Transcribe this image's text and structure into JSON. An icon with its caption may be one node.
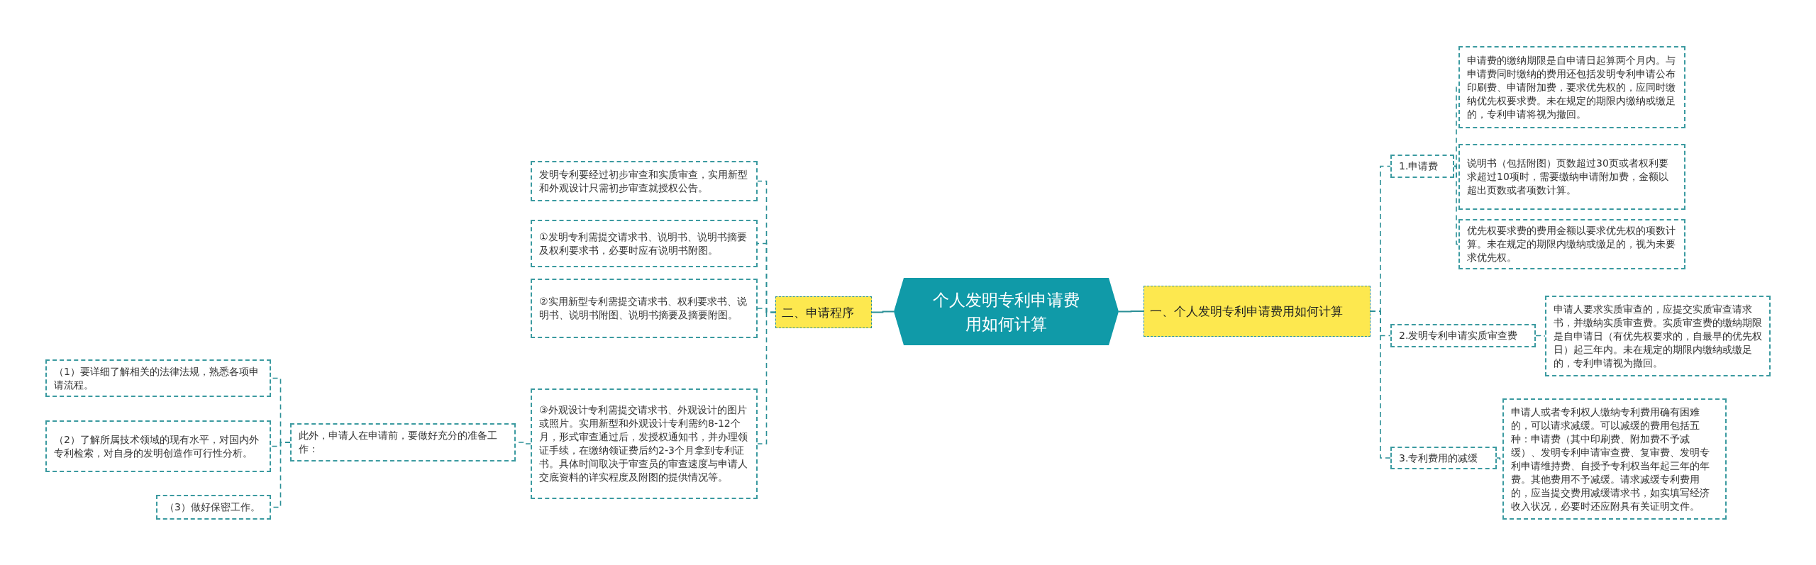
{
  "diagram": {
    "nodes": [
      {
        "text": [
          "个人发明专利申请费用如何计算"
        ]
      },
      {
        "text": [
          "二、申请程序"
        ]
      },
      {
        "text": [
          "发明专利要经过初步审查和实质审查，实用新型和外观设计只需初步审查就授权公告。"
        ]
      },
      {
        "text": [
          "①发明专利需提交请求书、说明书、说明书摘要及权利要求书，必要时应有说明书附图。"
        ]
      },
      {
        "text": [
          "②实用新型专利需提交请求书、权利要求书、说明书、说明书附图、说明书摘要及摘要附图。"
        ]
      },
      {
        "text": [
          "③外观设计专利需提交请求书、外观设计的图片或照片。实用新型和外观设计专利需约8-12个月，形式审查通过后，发授权通知书，并办理领证手续，在缴纳领证费后约2-3个月拿到专利证书。具体时间取决于审查员的审查速度与申请人交底资料的详实程度及附图的提供情况等。"
        ]
      },
      {
        "text": [
          "此外，申请人在申请前，要做好充分的准备工作："
        ]
      },
      {
        "text": [
          "（1）要详细了解相关的法律法规，熟悉各项申请流程。"
        ]
      },
      {
        "text": [
          "（2）了解所属技术领域的现有水平，对国内外专利检索，对自身的发明创造作可行性分析。"
        ]
      },
      {
        "text": [
          "（3）做好保密工作。"
        ]
      },
      {
        "text": [
          "一、个人发明专利申请费用如何计算"
        ]
      },
      {
        "text": [
          "1.申请费"
        ]
      },
      {
        "text": [
          "申请费的缴纳期限是自申请日起算两个月内。与申请费同时缴纳的费用还包括发明专利申请公布印刷费、申请附加费，要求优先权的，应同时缴纳优先权要求费。未在规定的期限内缴纳或缴足的，专利申请将视为撤回。"
        ]
      },
      {
        "text": [
          "说明书（包括附图）页数超过30页或者权利要求超过10项时，需要缴纳申请附加费，金额以超出页数或者项数计算。"
        ]
      },
      {
        "text": [
          "优先权要求费的费用金额以要求优先权的项数计算。未在规定的期限内缴纳或缴足的，视为未要求优先权。"
        ]
      },
      {
        "text": [
          "2.发明专利申请实质审查费"
        ]
      },
      {
        "text": [
          "申请人要求实质审查的，应提交实质审查请求书，并缴纳实质审查费。实质审查费的缴纳期限是自申请日（有优先权要求的，自最早的优先权日）起三年内。未在规定的期限内缴纳或缴足的，专利申请视为撤回。"
        ]
      },
      {
        "text": [
          "3.专利费用的减缓"
        ]
      },
      {
        "text": [
          "申请人或者专利权人缴纳专利费用确有困难的，可以请求减缓。可以减缓的费用包括五种：申请费（其中印刷费、附加费不予减缓）、发明专利申请审查费、复审费、发明专利申请维持费、自授予专利权当年起三年的年费。其他费用不予减缓。请求减缓专利费用的，应当提交费用减缓请求书，如实填写经济收入状况，必要时还应附具有关证明文件。"
        ]
      }
    ],
    "edges": [
      {
        "from": 0,
        "to": 1,
        "arrow": "none"
      },
      {
        "from": 1,
        "to": 2,
        "arrow": "none",
        "style": "dashed"
      },
      {
        "from": 1,
        "to": 3,
        "arrow": "none",
        "style": "dashed"
      },
      {
        "from": 1,
        "to": 4,
        "arrow": "none",
        "style": "dashed"
      },
      {
        "from": 1,
        "to": 5,
        "arrow": "none",
        "style": "dashed"
      },
      {
        "from": 5,
        "to": 6,
        "arrow": "none",
        "style": "dashed"
      },
      {
        "from": 6,
        "to": 7,
        "arrow": "none",
        "style": "dashed"
      },
      {
        "from": 6,
        "to": 8,
        "arrow": "none",
        "style": "dashed"
      },
      {
        "from": 6,
        "to": 9,
        "arrow": "none",
        "style": "dashed"
      },
      {
        "from": 0,
        "to": 10,
        "arrow": "none"
      },
      {
        "from": 10,
        "to": 11,
        "arrow": "none",
        "style": "dashed"
      },
      {
        "from": 10,
        "to": 15,
        "arrow": "none",
        "style": "dashed"
      },
      {
        "from": 10,
        "to": 17,
        "arrow": "none",
        "style": "dashed"
      },
      {
        "from": 11,
        "to": 12,
        "arrow": "none",
        "style": "dashed"
      },
      {
        "from": 11,
        "to": 13,
        "arrow": "none",
        "style": "dashed"
      },
      {
        "from": 11,
        "to": 14,
        "arrow": "none",
        "style": "dashed"
      },
      {
        "from": 15,
        "to": 16,
        "arrow": "none",
        "style": "dashed"
      },
      {
        "from": 17,
        "to": 18,
        "arrow": "none",
        "style": "dashed"
      }
    ]
  }
}
